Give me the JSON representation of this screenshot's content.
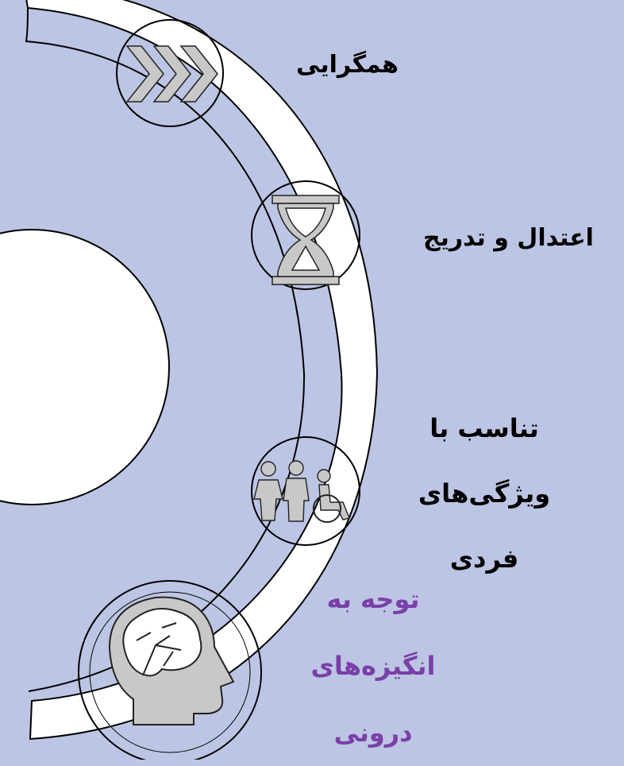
{
  "colors": {
    "background": "#bcc5e3",
    "arc_fill": "#ffffff",
    "outline": "#000000",
    "icon_fill": "#c8c8c8",
    "text_default": "#000000",
    "text_accent": "#7a3fa8"
  },
  "steps": [
    {
      "icon": "chevrons-icon",
      "lines": [
        "همگرایی"
      ],
      "color": "#000000"
    },
    {
      "icon": "hourglass-icon",
      "lines": [
        "اعتدال و تدریج"
      ],
      "color": "#000000"
    },
    {
      "icon": "people-icon",
      "lines": [
        "تناسب با",
        "ویژگی‌های",
        "فردی"
      ],
      "color": "#000000"
    },
    {
      "icon": "brain-head-icon",
      "lines": [
        "توجه به",
        "انگیزه‌های",
        "درونی"
      ],
      "color": "#7a3fa8"
    }
  ]
}
